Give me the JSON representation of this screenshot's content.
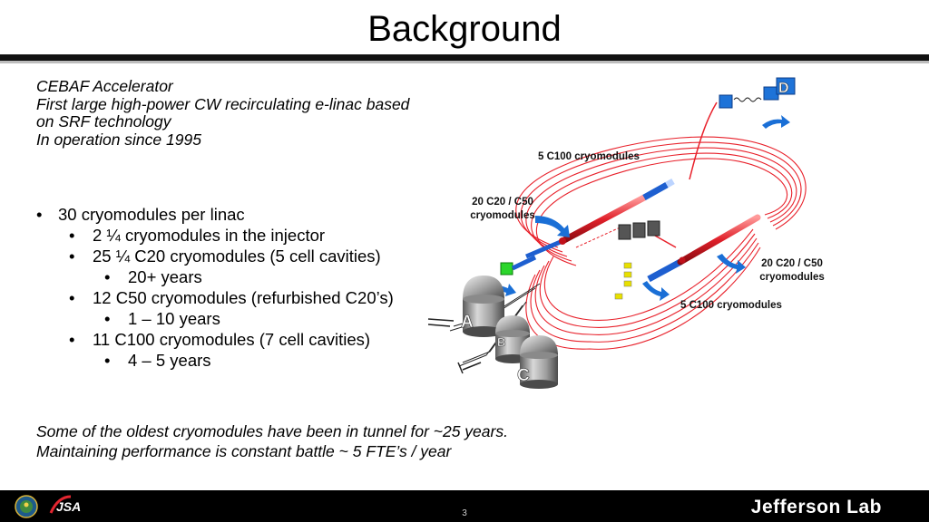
{
  "slide": {
    "title": "Background",
    "intro": [
      "CEBAF Accelerator",
      "First large high-power CW recirculating e-linac based",
      "on SRF technology",
      "In operation since 1995"
    ],
    "bullets": [
      {
        "level": 1,
        "text": "30 cryomodules per linac"
      },
      {
        "level": 2,
        "text": "2 ¼ cryomodules in the injector"
      },
      {
        "level": 2,
        "text": "25 ¼ C20 cryomodules (5 cell cavities)"
      },
      {
        "level": 3,
        "text": "20+ years"
      },
      {
        "level": 2,
        "text": "12 C50 cryomodules (refurbished C20’s)"
      },
      {
        "level": 3,
        "text": "1 – 10 years"
      },
      {
        "level": 2,
        "text": "11 C100 cryomodules (7 cell cavities)"
      },
      {
        "level": 3,
        "text": "4 – 5 years"
      }
    ],
    "outro": [
      "Some of the oldest cryomodules have been in tunnel for ~25 years.",
      "Maintaining performance is constant battle ~ 5 FTE’s / year"
    ]
  },
  "diagram": {
    "labels": {
      "c100_top": "5 C100 cryomodules",
      "c20_left_1": "20 C20 / C50",
      "c20_left_2": "cryomodules",
      "c20_right_1": "20 C20 / C50",
      "c20_right_2": "cryomodules",
      "c100_bottom": "5 C100 cryomodules"
    },
    "halls": {
      "a": "A",
      "b": "B",
      "c": "C",
      "d": "D"
    },
    "colors": {
      "beamline": "#e8202a",
      "hall_d": "#1e73d8",
      "arrow": "#1a6fd6"
    }
  },
  "footer": {
    "page_number": "3",
    "logo_text": "Jefferson Lab",
    "jsa_text": "JSA"
  }
}
